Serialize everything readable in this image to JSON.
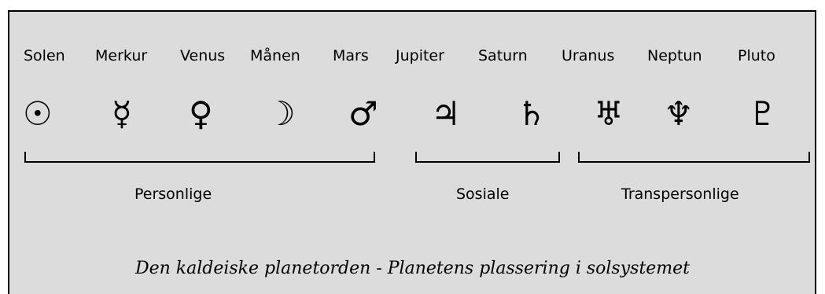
{
  "planets": [
    {
      "name": "Solen",
      "symbol": "☉"
    },
    {
      "name": "Merkur",
      "symbol": "☿"
    },
    {
      "name": "Venus",
      "symbol": "♀"
    },
    {
      "name": "Månen",
      "symbol": "☽"
    },
    {
      "name": "Mars",
      "symbol": "♂"
    },
    {
      "name": "Jupiter",
      "symbol": "♃"
    },
    {
      "name": "Saturn",
      "symbol": "♄"
    },
    {
      "name": "Uranus",
      "symbol": "♅"
    },
    {
      "name": "Neptun",
      "symbol": "♆"
    },
    {
      "name": "Pluto",
      "symbol": "♇"
    }
  ],
  "groups": [
    {
      "label": "Personlige"
    },
    {
      "label": "Sosiale"
    },
    {
      "label": "Transpersonlige"
    }
  ],
  "caption": "Den kaldeiske planetorden - Planetens plassering i solsystemet"
}
